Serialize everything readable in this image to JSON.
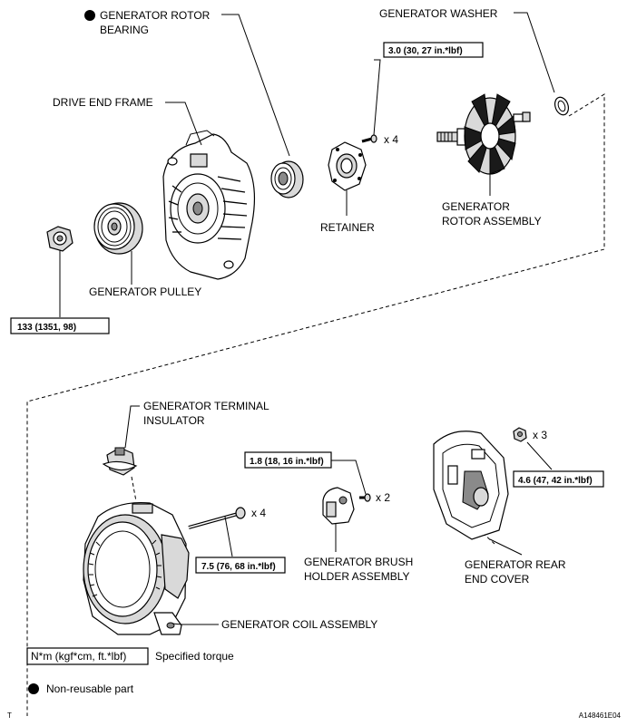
{
  "labels": {
    "rotor_bearing_line1": "GENERATOR ROTOR",
    "rotor_bearing_line2": "BEARING",
    "washer": "GENERATOR WASHER",
    "drive_end_frame": "DRIVE END FRAME",
    "retainer": "RETAINER",
    "rotor_assembly_line1": "GENERATOR",
    "rotor_assembly_line2": "ROTOR ASSEMBLY",
    "pulley": "GENERATOR PULLEY",
    "terminal_insulator_line1": "GENERATOR TERMINAL",
    "terminal_insulator_line2": "INSULATOR",
    "brush_holder_line1": "GENERATOR BRUSH",
    "brush_holder_line2": "HOLDER ASSEMBLY",
    "rear_cover_line1": "GENERATOR REAR",
    "rear_cover_line2": "END COVER",
    "coil_assembly": "GENERATOR COIL ASSEMBLY"
  },
  "torques": {
    "retainer_screw": "3.0 (30, 27 in.*lbf)",
    "pulley_nut": "133 (1351, 98)",
    "brush_holder_screw": "1.8 (18, 16 in.*lbf)",
    "rear_cover_nut": "4.6 (47, 42 in.*lbf)",
    "through_bolt": "7.5 (76, 68 in.*lbf)"
  },
  "quantities": {
    "retainer_screw": "x 4",
    "through_bolt": "x 4",
    "brush_holder_screw": "x 2",
    "rear_cover_nut": "x 3"
  },
  "legend": {
    "torque_unit": "N*m (kgf*cm, ft.*lbf)",
    "torque_text": "Specified torque",
    "non_reusable_text": "Non-reusable part"
  },
  "corner": {
    "left_mark": "T",
    "figure_code": "A148461E04"
  }
}
